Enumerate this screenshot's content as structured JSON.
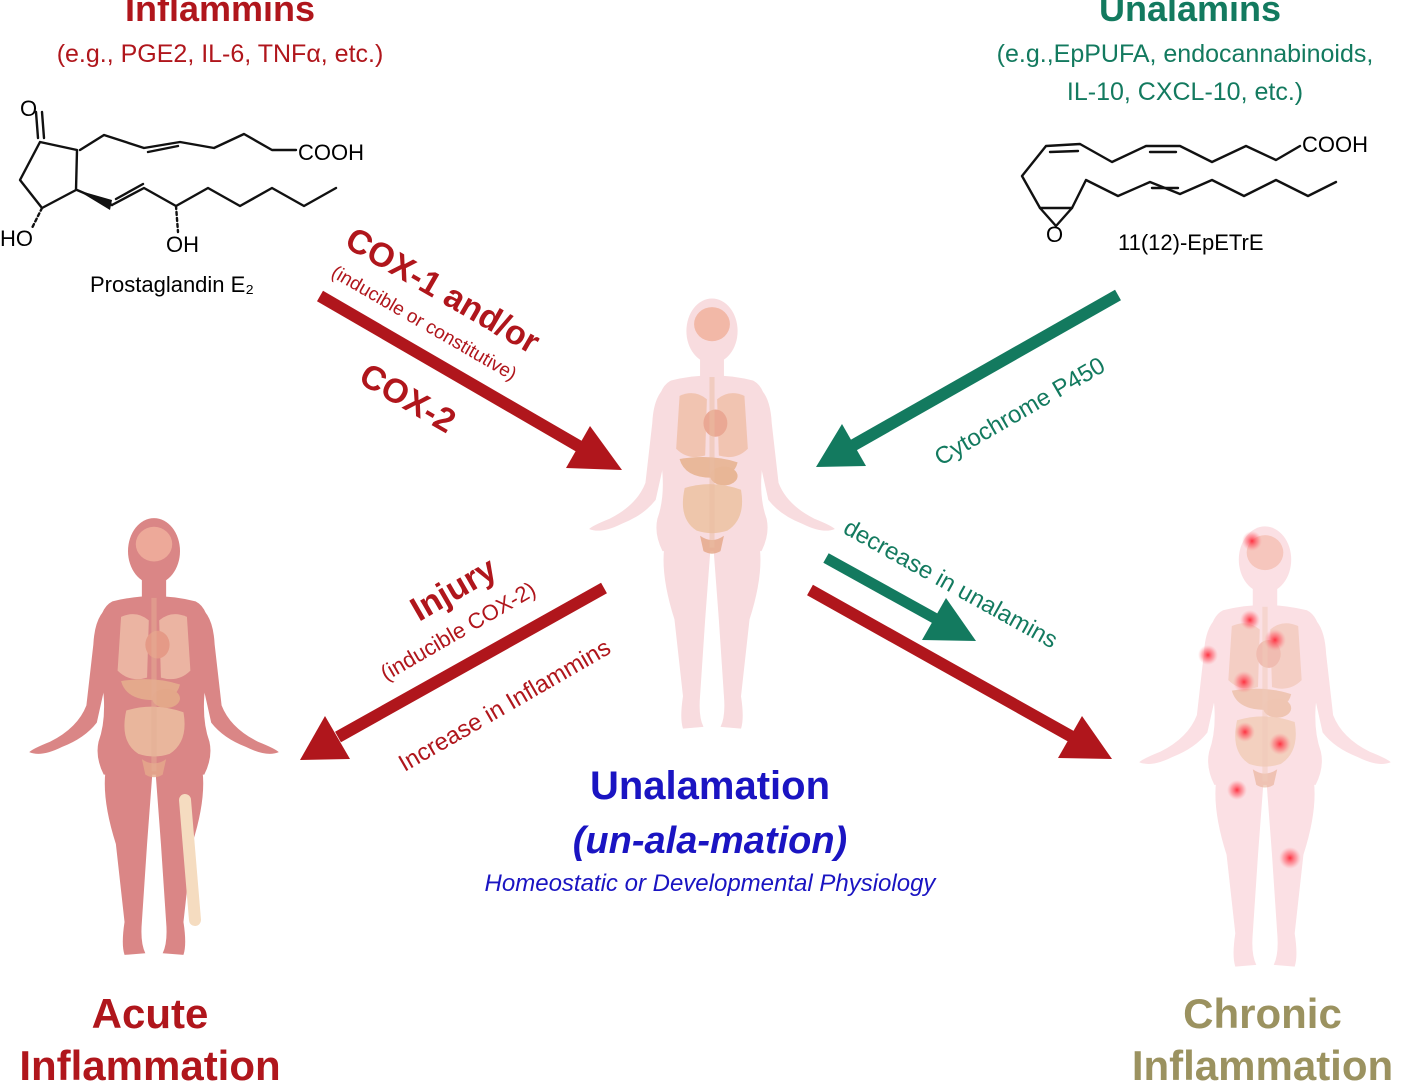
{
  "inflammins": {
    "title": "Inflammins",
    "examples": "(e.g., PGE2, IL-6, TNFα, etc.)",
    "molecule_name": "Prostaglandin E₂",
    "labels": {
      "o": "O",
      "cooh": "COOH",
      "ho": "HO",
      "oh": "OH"
    }
  },
  "unalamins": {
    "title": "Unalamins",
    "examples_line1": "(e.g.,EpPUFA, endocannabinoids,",
    "examples_line2": "IL-10, CXCL-10, etc.)",
    "molecule_name": "11(12)-EpETrE",
    "labels": {
      "cooh": "COOH",
      "o": "O"
    }
  },
  "pathways": {
    "cox_line1": "COX-1 and/or",
    "cox_sub": "(inducible or constitutive)",
    "cox_line2": "COX-2",
    "cyp": "Cytochrome P450",
    "injury": "Injury",
    "injury_sub": "(inducible COX-2)",
    "increase": "Increase in Inflammins",
    "decrease": "decrease in unalamins"
  },
  "center": {
    "title": "Unalamation",
    "pronunciation": "(un-ala-mation)",
    "subtitle": "Homeostatic or Developmental Physiology"
  },
  "acute": {
    "line1": "Acute",
    "line2": "Inflammation"
  },
  "chronic": {
    "line1": "Chronic",
    "line2": "Inflammation"
  },
  "colors": {
    "red": "#b0161c",
    "green": "#137a5f",
    "blue": "#1a14c2",
    "olive": "#9b9260"
  }
}
